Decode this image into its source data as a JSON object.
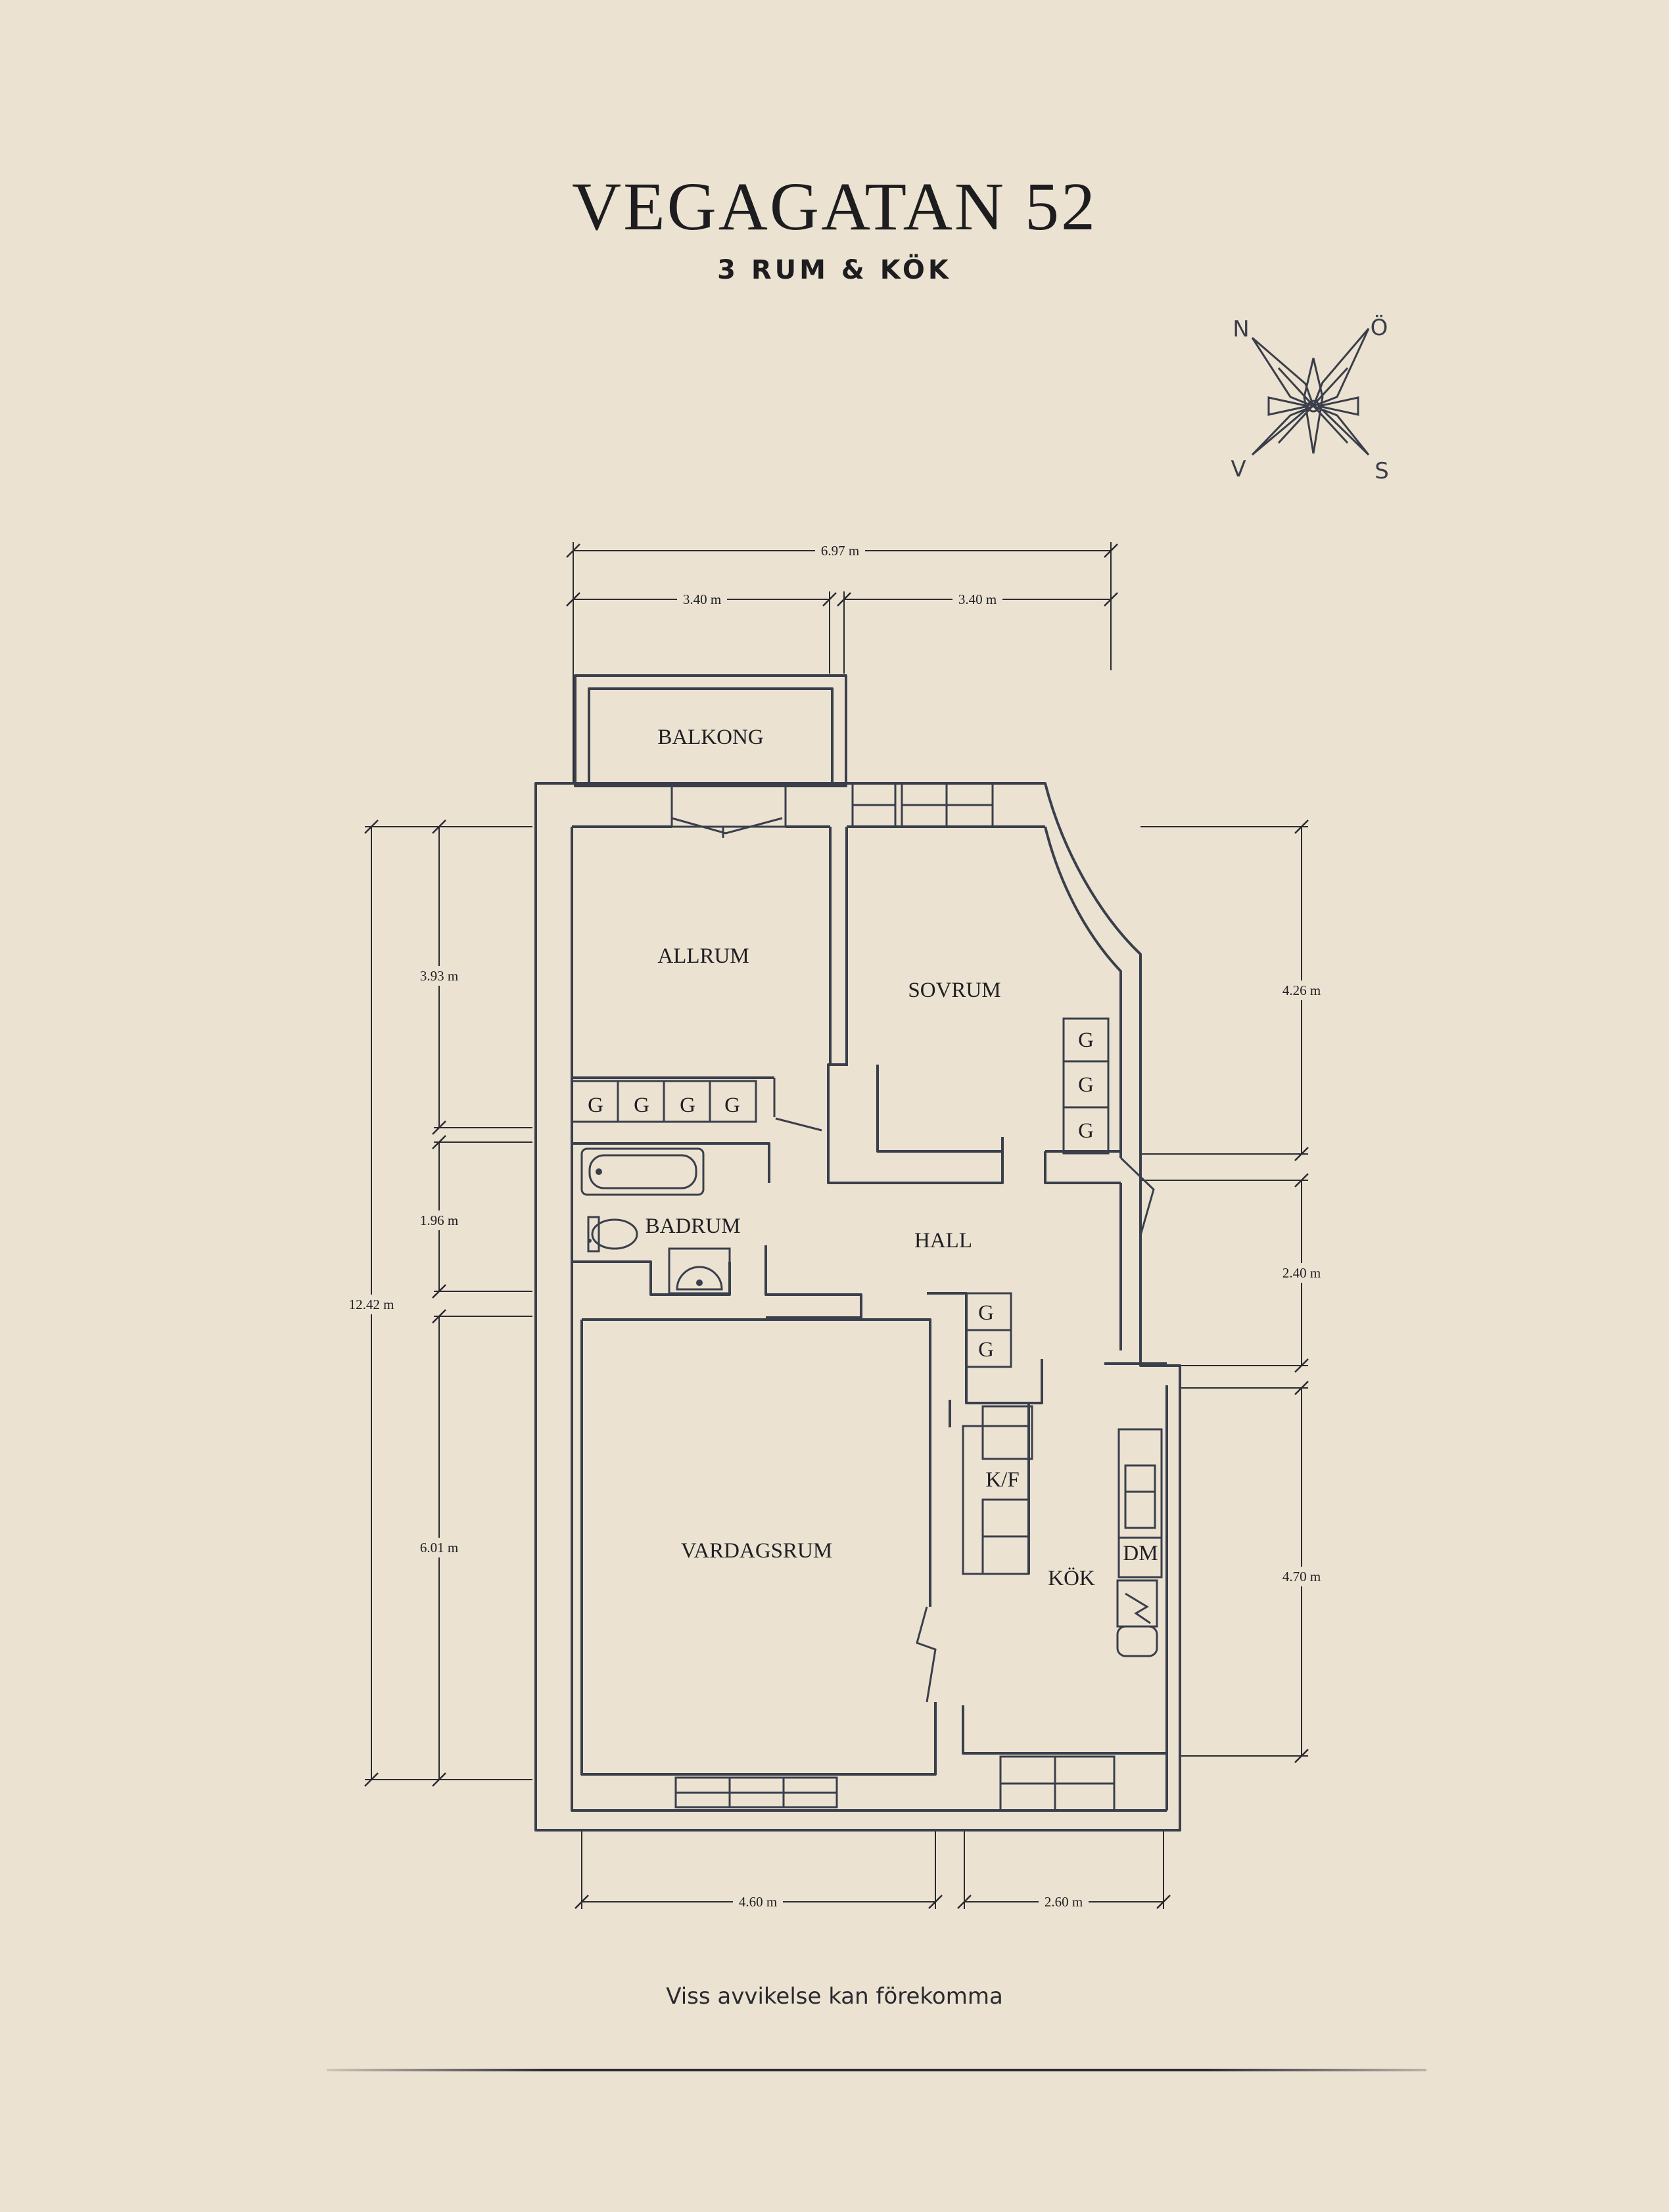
{
  "header": {
    "title": "VEGAGATAN 52",
    "subtitle": "3 RUM & KÖK"
  },
  "compass": {
    "north": "N",
    "east": "Ö",
    "south": "S",
    "west": "V"
  },
  "rooms": {
    "balkong": "BALKONG",
    "allrum": "ALLRUM",
    "sovrum": "SOVRUM",
    "badrum": "BADRUM",
    "hall": "HALL",
    "vardagsrum": "VARDAGSRUM",
    "kok": "KÖK"
  },
  "fixtures": {
    "wardrobe": "G",
    "fridge_freezer": "K/F",
    "dishwasher": "DM"
  },
  "dimensions": {
    "top_total": "6.97 m",
    "top_left": "3.40 m",
    "top_right": "3.40 m",
    "left_total": "12.42 m",
    "left_upper": "3.93 m",
    "left_middle": "1.96 m",
    "left_lower": "6.01 m",
    "right_upper": "4.26 m",
    "right_middle": "2.40 m",
    "right_lower": "4.70 m",
    "bottom_left": "4.60 m",
    "bottom_right": "2.60 m"
  },
  "footer": {
    "disclaimer": "Viss avvikelse kan förekomma"
  },
  "colors": {
    "background": "#ebe2d1",
    "ink": "#3a3f4c",
    "text": "#1f1f24"
  }
}
